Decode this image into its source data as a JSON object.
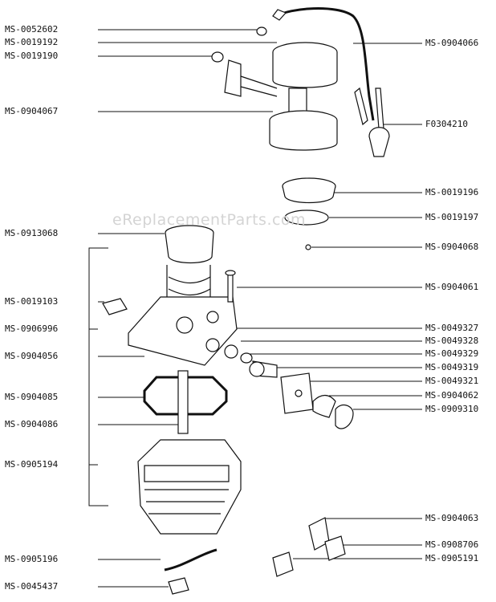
{
  "watermark": "eReplacementParts.com",
  "labels_left": [
    "MS-0052602",
    "MS-0019192",
    "MS-0019190",
    "MS-0904067",
    "MS-0913068",
    "MS-0019103",
    "MS-0906996",
    "MS-0904056",
    "MS-0904085",
    "MS-0904086",
    "MS-0905194",
    "MS-0905196",
    "MS-0045437"
  ],
  "labels_right": [
    "MS-0904066",
    "F0304210",
    "MS-0019196",
    "MS-0019197",
    "MS-0904068",
    "MS-0904061",
    "MS-0049327",
    "MS-0049328",
    "MS-0049329",
    "MS-0049319",
    "MS-0049321",
    "MS-0904062",
    "MS-0909310",
    "MS-0904063",
    "MS-0908706",
    "MS-0905191"
  ]
}
